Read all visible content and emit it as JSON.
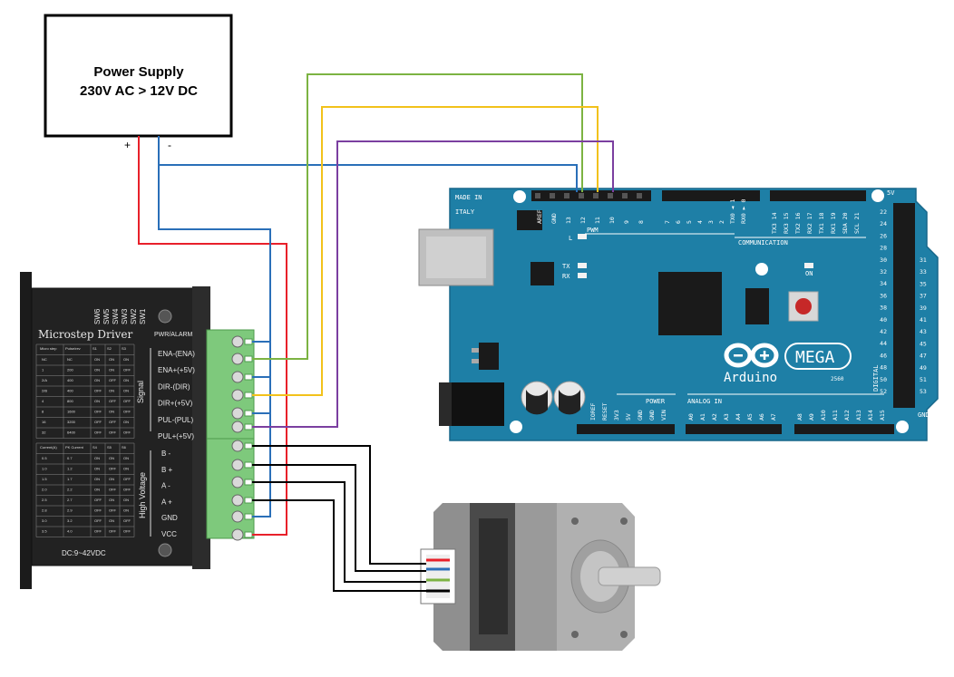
{
  "power_supply": {
    "line1": "Power Supply",
    "line2": "230V AC > 12V DC",
    "plus_label": "+",
    "minus_label": "-"
  },
  "driver": {
    "title": "Microstep Driver",
    "switch_labels": [
      "SW6",
      "SW5",
      "SW4",
      "SW3",
      "SW2",
      "SW1"
    ],
    "pwr_alarm": "PWR/ALARM",
    "signal_label": "Signal",
    "high_voltage_label": "High Voltage",
    "signal_pins": [
      "ENA-(ENA)",
      "ENA+(+5V)",
      "DIR-(DIR)",
      "DIR+(+5V)",
      "PUL-(PUL)",
      "PUL+(+5V)"
    ],
    "power_pins": [
      "B -",
      "B +",
      "A -",
      "A +",
      "GND",
      "VCC"
    ],
    "voltage_range": "DC:9~42VDC",
    "table1_header": [
      "Micro step",
      "Pulse/rev",
      "S1",
      "S2",
      "S3"
    ],
    "table1_rows": [
      [
        "NC",
        "NC",
        "ON",
        "ON",
        "ON"
      ],
      [
        "1",
        "200",
        "ON",
        "ON",
        "OFF"
      ],
      [
        "2/A",
        "400",
        "ON",
        "OFF",
        "ON"
      ],
      [
        "2/B",
        "400",
        "OFF",
        "ON",
        "ON"
      ],
      [
        "4",
        "800",
        "ON",
        "OFF",
        "OFF"
      ],
      [
        "8",
        "1600",
        "OFF",
        "ON",
        "OFF"
      ],
      [
        "16",
        "3200",
        "OFF",
        "OFF",
        "ON"
      ],
      [
        "32",
        "6400",
        "OFF",
        "OFF",
        "OFF"
      ]
    ],
    "table2_header": [
      "Current(A)",
      "PK Current",
      "S4",
      "S5",
      "S6"
    ],
    "table2_rows": [
      [
        "0.5",
        "0.7",
        "ON",
        "ON",
        "ON"
      ],
      [
        "1.0",
        "1.2",
        "ON",
        "OFF",
        "ON"
      ],
      [
        "1.5",
        "1.7",
        "ON",
        "ON",
        "OFF"
      ],
      [
        "2.0",
        "2.2",
        "ON",
        "OFF",
        "OFF"
      ],
      [
        "2.5",
        "2.7",
        "OFF",
        "ON",
        "ON"
      ],
      [
        "2.8",
        "2.9",
        "OFF",
        "OFF",
        "ON"
      ],
      [
        "3.0",
        "3.2",
        "OFF",
        "ON",
        "OFF"
      ],
      [
        "3.5",
        "4.0",
        "OFF",
        "OFF",
        "OFF"
      ]
    ]
  },
  "arduino": {
    "made_in": "MADE IN",
    "italy": "ITALY",
    "pwm": "PWM",
    "communication": "COMMUNICATION",
    "power": "POWER",
    "analog_in": "ANALOG IN",
    "digital": "DIGITAL",
    "brand": "Arduino",
    "model": "MEGA",
    "model_sub": "2560",
    "on_label": "ON",
    "l_label": "L",
    "tx_label": "TX",
    "rx_label": "RX",
    "pwm_pins": [
      "AREF",
      "GND",
      "13",
      "12",
      "11",
      "10",
      "9",
      "8"
    ],
    "pwm_pins_right": [
      "7",
      "6",
      "5",
      "4",
      "3",
      "2",
      "TX0 ◄ 1",
      "RX0 ► 0"
    ],
    "comm_pins": [
      "TX3 14",
      "RX3 15",
      "TX2 16",
      "RX2 17",
      "TX1 18",
      "RX1 19",
      "SDA 20",
      "SCL 21"
    ],
    "power_pins": [
      "IOREF",
      "RESET",
      "3V3",
      "5V",
      "GND",
      "GND",
      "VIN"
    ],
    "analog_pins": [
      "A0",
      "A1",
      "A2",
      "A3",
      "A4",
      "A5",
      "A6",
      "A7",
      "A8",
      "A9",
      "A10",
      "A11",
      "A12",
      "A13",
      "A14",
      "A15"
    ],
    "digital_left": [
      "22",
      "24",
      "26",
      "28",
      "30",
      "32",
      "34",
      "36",
      "38",
      "40",
      "42",
      "44",
      "46",
      "48",
      "50",
      "52"
    ],
    "digital_right": [
      "31",
      "33",
      "35",
      "37",
      "39",
      "41",
      "43",
      "45",
      "47",
      "49",
      "51",
      "53"
    ],
    "top_5v": "5V",
    "bottom_gnd": "GND"
  },
  "colors": {
    "wire_red": "#e8202a",
    "wire_blue": "#2a6fb8",
    "wire_green": "#7cb342",
    "wire_yellow": "#f2c21b",
    "wire_purple": "#7b3fa0",
    "wire_black": "#000000",
    "board_blue": "#1e7fa6",
    "terminal_green": "#7ec97c"
  }
}
